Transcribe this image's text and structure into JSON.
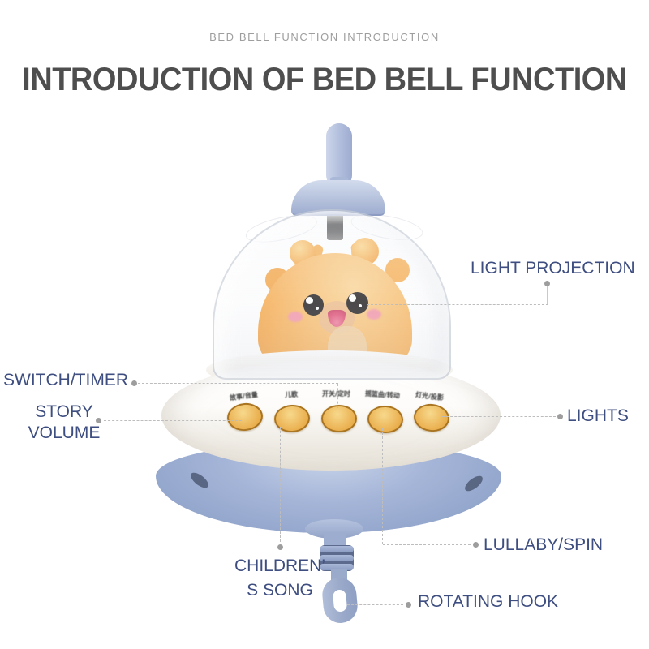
{
  "header": {
    "eyebrow": "BED BELL FUNCTION INTRODUCTION",
    "title": "INTRODUCTION OF BED BELL FUNCTION"
  },
  "labels": {
    "light_projection": "LIGHT PROJECTION",
    "switch_timer": "SWITCH/TIMER",
    "story_volume_line1": "STORY",
    "story_volume_line2": "VOLUME",
    "lights": "LIGHTS",
    "childrens_song_line1": "CHILDREN’",
    "childrens_song_line2": "S SONG",
    "lullaby_spin": "LULLABY/SPIN",
    "rotating_hook": "ROTATING HOOK"
  },
  "product": {
    "buttons": [
      {
        "label": "故事/音量"
      },
      {
        "label": "儿歌"
      },
      {
        "label": "开关/定时"
      },
      {
        "label": "摇篮曲/转动"
      },
      {
        "label": "灯光/投影"
      }
    ]
  },
  "colors": {
    "label_navy": "#3E4E80",
    "title_gray": "#4E4E4E",
    "eyebrow_gray": "#9E9E9E",
    "leader_gray": "#BDBDBD",
    "dot_gray": "#9D9D9D",
    "cap_blue_light": "#D3DCEE",
    "cap_blue": "#AEBBD8",
    "cap_blue_dark": "#8D9CC2",
    "bowl_blue_light": "#C7D3E9",
    "bowl_blue": "#A5B5D8",
    "bowl_blue_dark": "#8296BD",
    "hook_blue": "#9AA9C9",
    "button_gold_light": "#F7D98D",
    "button_gold": "#EAAF4E",
    "saucer_white_shade": "#E6E1D7",
    "body_orange_light": "#FDD89B",
    "body_orange": "#F8AD52",
    "body_orange_dark": "#EF9C40",
    "eye_dark": "#2E2B2C",
    "mouth_pink": "#E25A7D",
    "cheek_pink": "#F59CAE",
    "vent_dark": "#4E5A76",
    "button_label_dark": "#3B3B3B"
  }
}
